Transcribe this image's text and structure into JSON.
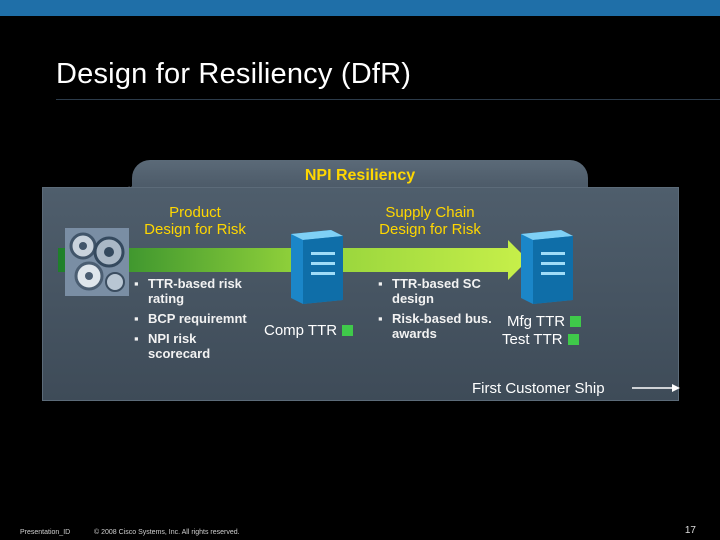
{
  "slide": {
    "title": "Design for Resiliency (DfR)"
  },
  "diagram": {
    "banner": "NPI Resiliency",
    "product_heading": "Product\nDesign for Risk",
    "supply_heading": "Supply Chain\nDesign for Risk",
    "product_bullets": [
      "TTR-based risk rating",
      "BCP requiremnt",
      "NPI risk scorecard"
    ],
    "supply_bullets": [
      "TTR-based SC design",
      "Risk-based bus. awards"
    ],
    "comp_ttr": "Comp TTR",
    "mfg_ttr": "Mfg TTR",
    "test_ttr": "Test TTR",
    "first_ship": "First Customer Ship",
    "status_color": "#3fc94a",
    "arrow_gradient": [
      "#1e7f2a",
      "#8fd03a",
      "#c8f04a"
    ],
    "icons": [
      "gears-icon",
      "server-icon",
      "server-icon"
    ]
  },
  "footer": {
    "left": "Presentation_ID",
    "copyright": "© 2008 Cisco Systems, Inc. All rights reserved.",
    "page": "17"
  }
}
